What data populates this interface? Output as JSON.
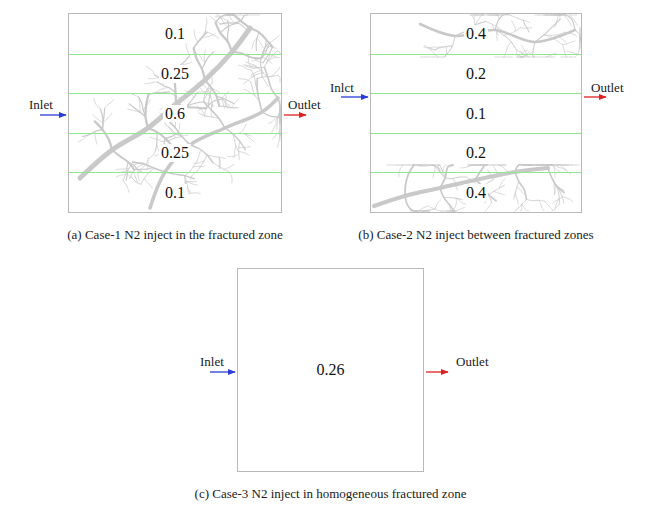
{
  "diagram": {
    "nodes": [
      {
        "text": [
          "(a) Case-1 N2 inject in the fractured zone"
        ]
      },
      {
        "text": [
          "0.1"
        ],
        "in": 0
      },
      {
        "text": [
          "0.25"
        ],
        "in": 0
      },
      {
        "text": [
          "0.6"
        ],
        "in": 0
      },
      {
        "text": [
          "0.25"
        ],
        "in": 0
      },
      {
        "text": [
          "0.1"
        ],
        "in": 0
      },
      {
        "text": [
          "(b) Case-2 N2 inject between fractured zones"
        ]
      },
      {
        "text": [
          "0.4"
        ],
        "in": 6
      },
      {
        "text": [
          "0.2"
        ],
        "in": 6
      },
      {
        "text": [
          "0.1"
        ],
        "in": 6
      },
      {
        "text": [
          "0.2"
        ],
        "in": 6
      },
      {
        "text": [
          "0.4"
        ],
        "in": 6
      },
      {
        "text": [
          "(c) Case-3 N2 inject in homogeneous fractured zone"
        ]
      },
      {
        "text": [
          "0.26"
        ],
        "in": 12
      }
    ],
    "labels": [
      "Inlet",
      "Outlet",
      "Inlct",
      "Outlet",
      "Inlet",
      "Outlet"
    ]
  }
}
